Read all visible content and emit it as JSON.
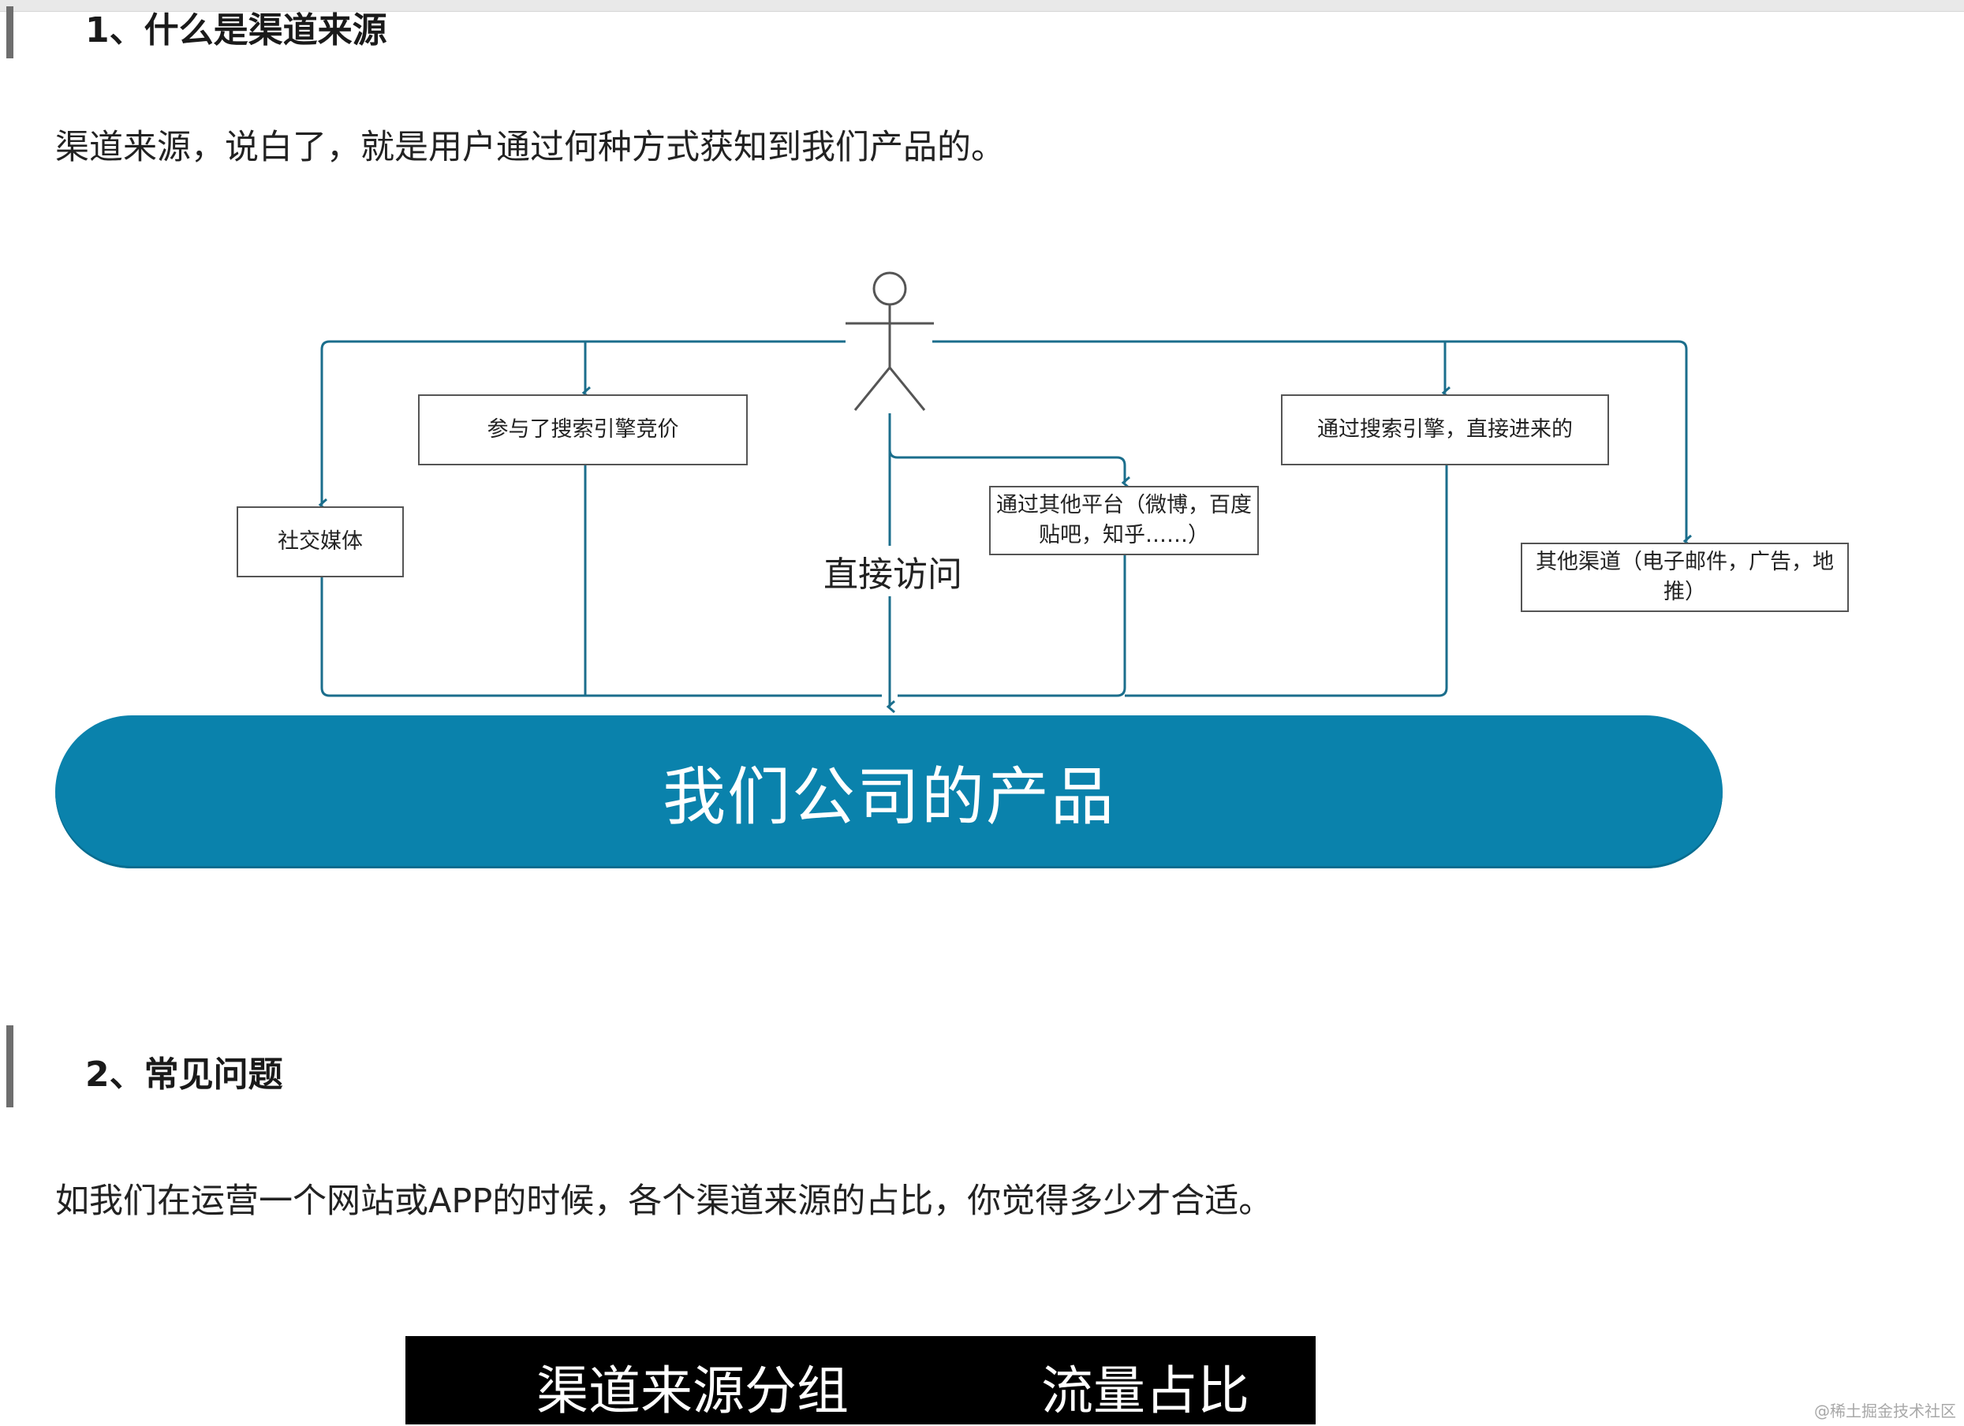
{
  "section1": {
    "heading": "1、什么是渠道来源",
    "paragraph": "渠道来源，说白了，就是用户通过何种方式获知到我们产品的。"
  },
  "diagram": {
    "boxes": {
      "social": "社交媒体",
      "search_bid": "参与了搜索引擎竞价",
      "other_platform": "通过其他平台（微博，百度贴吧，知乎……）",
      "search_direct": "通过搜索引擎，直接进来的",
      "other_channel": "其他渠道（电子邮件，广告，地推）"
    },
    "direct_label": "直接访问",
    "product": "我们公司的产品",
    "colors": {
      "line": "#1b6e8c",
      "product_fill": "#0a82ac"
    }
  },
  "section2": {
    "heading": "2、常见问题",
    "paragraph": "如我们在运营一个网站或APP的时候，各个渠道来源的占比，你觉得多少才合适。"
  },
  "table": {
    "columns": [
      "渠道来源分组",
      "流量占比"
    ]
  },
  "watermark": "@稀土掘金技术社区"
}
